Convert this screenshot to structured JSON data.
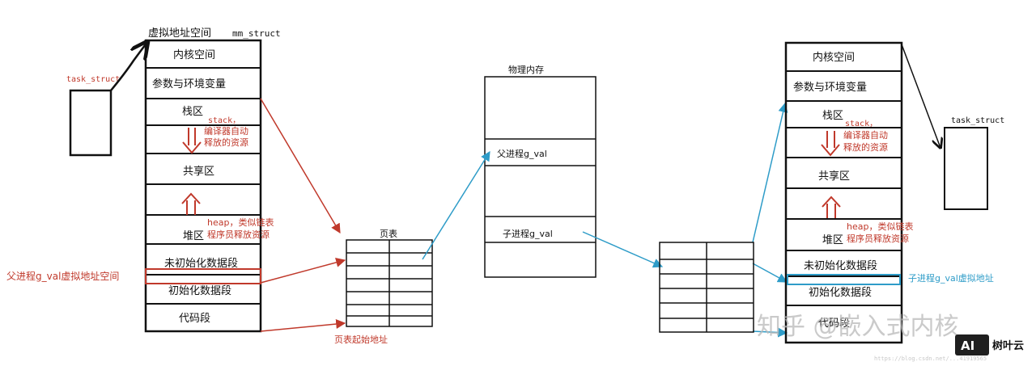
{
  "colors": {
    "black": "#111111",
    "red": "#c0392b",
    "blue": "#2e9cc8",
    "watermark": "#cfcfcf"
  },
  "left": {
    "title": "虚拟地址空间",
    "mm": "mm_struct",
    "task": "task_struct",
    "segments": [
      "内核空间",
      "参数与环境变量",
      "栈区",
      "共享区",
      "堆区",
      "未初始化数据段",
      "初始化数据段",
      "代码段"
    ],
    "stack_note": [
      "stack，",
      "编译器自动",
      "释放的资源"
    ],
    "heap_note": [
      "heap，类似链表",
      "程序员释放资源"
    ],
    "parent_label": "父进程g_val虚拟地址空间",
    "page_table_title": "页表",
    "page_table_start": "页表起始地址"
  },
  "physical": {
    "title": "物理内存",
    "parent_val": "父进程g_val",
    "child_val": "子进程g_val"
  },
  "right": {
    "task": "task_struct",
    "segments": [
      "内核空间",
      "参数与环境变量",
      "栈区",
      "共享区",
      "堆区",
      "未初始化数据段",
      "初始化数据段",
      "代码段"
    ],
    "stack_note": [
      "stack，",
      "编译器自动",
      "释放的资源"
    ],
    "heap_note": [
      "heap，类似链表",
      "程序员释放资源"
    ],
    "child_label": "子进程g_val虚拟地址"
  },
  "watermark": {
    "text": "知乎 @嵌入式内核",
    "brand": "树叶云",
    "brand_badge": "AI",
    "url": "https://blog.csdn.net/...41919565"
  }
}
